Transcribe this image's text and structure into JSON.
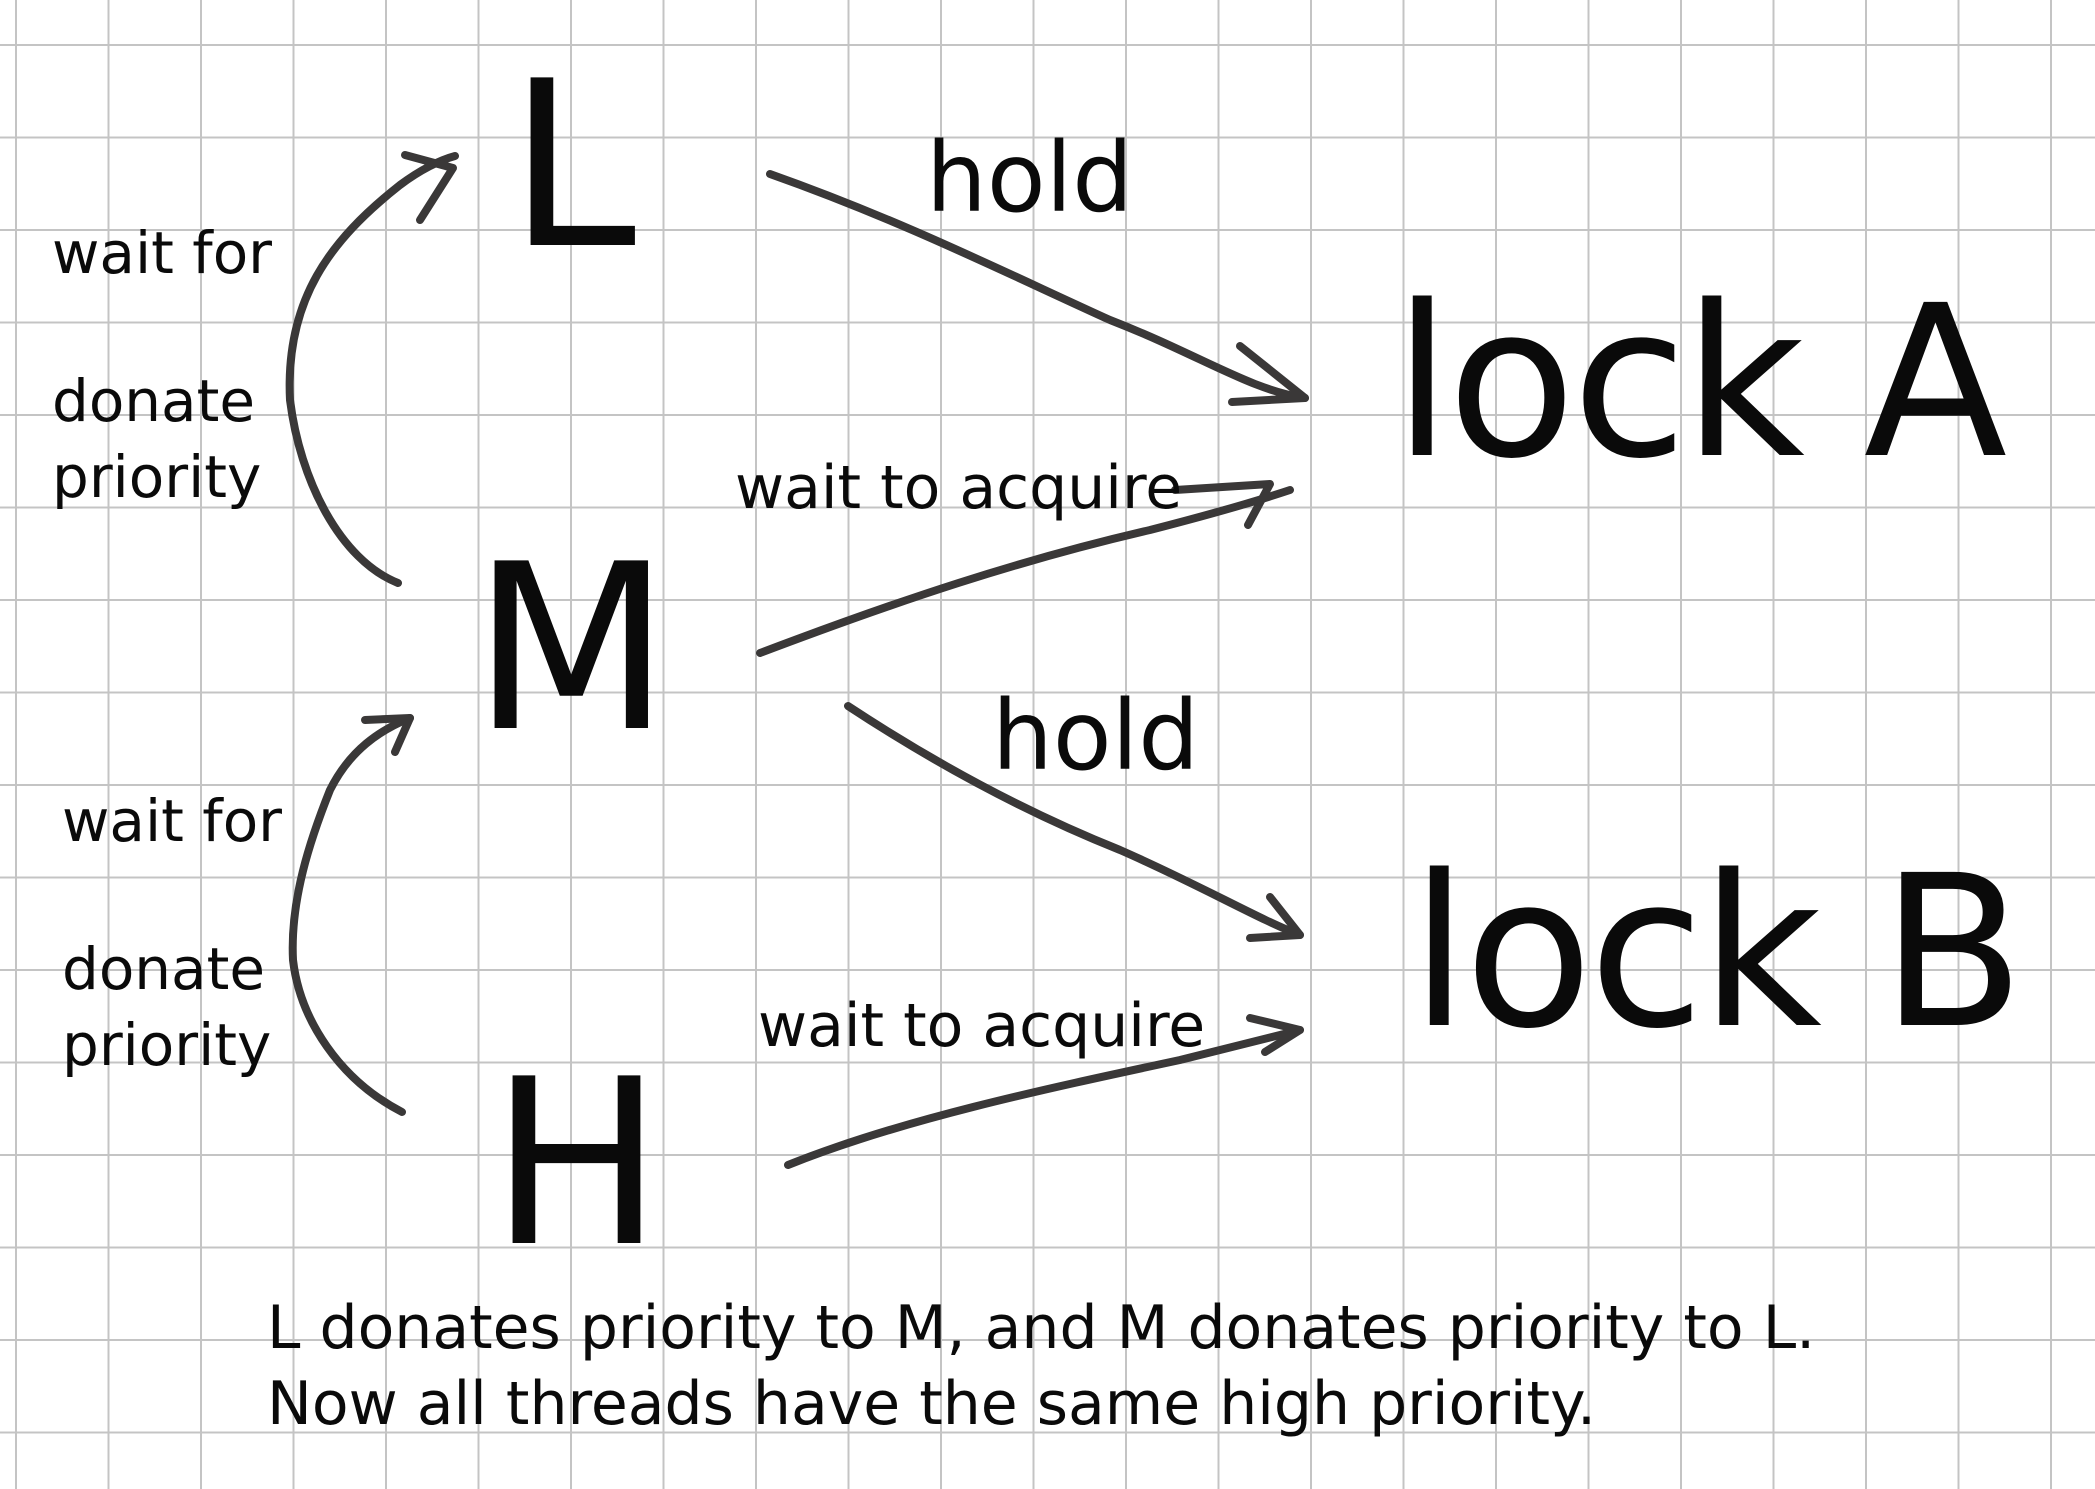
{
  "threads": {
    "l": "L",
    "m": "M",
    "h": "H"
  },
  "locks": {
    "a": "lock A",
    "b": "lock B"
  },
  "edges": {
    "l_hold": "hold",
    "m_wait": "wait to acquire",
    "m_hold": "hold",
    "h_wait": "wait to acquire"
  },
  "donations": {
    "upper_wait": "wait for",
    "upper_donate": "donate",
    "upper_priority": "priority",
    "lower_wait": "wait for",
    "lower_donate": "donate",
    "lower_priority": "priority"
  },
  "caption": {
    "line1": "L donates priority to M, and M donates priority to L.",
    "line2": "Now all threads have the same high priority."
  },
  "colors": {
    "ink": "#0a0a0a",
    "arrow": "#3a3838",
    "grid": "#c4c4c4",
    "paper": "#ffffff"
  }
}
